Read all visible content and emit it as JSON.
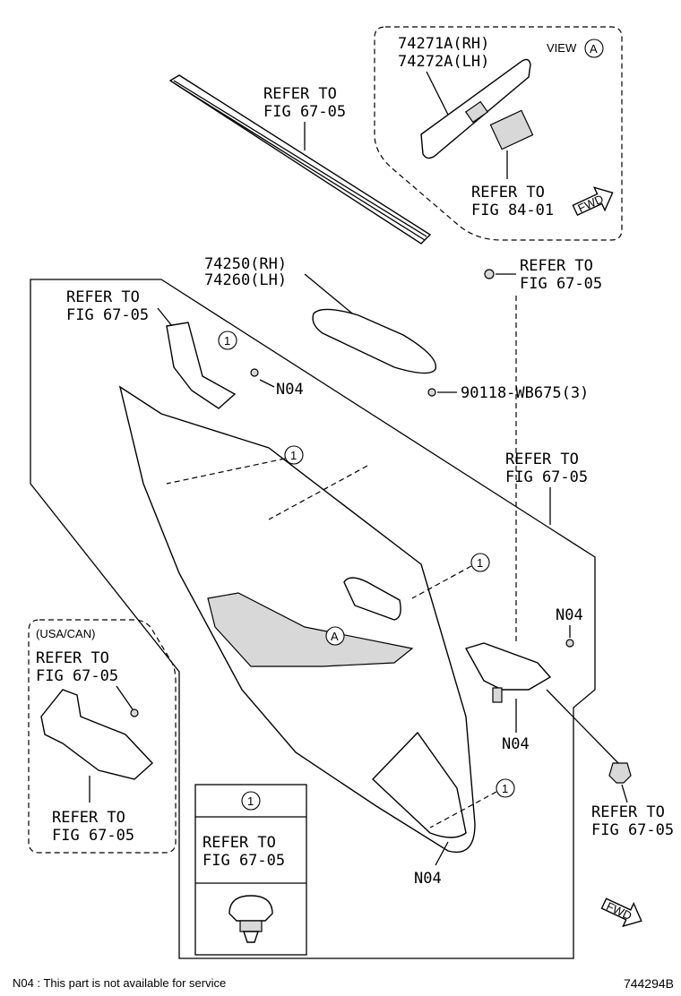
{
  "labels": {
    "part_74271a": "74271A(RH)",
    "part_74272a": "74272A(LH)",
    "view": "VIEW",
    "view_ref": "A",
    "refer_to": "REFER TO",
    "fig_6705": "FIG 67-05",
    "fig_8401": "FIG 84-01",
    "fwd": "FWD",
    "part_74250": "74250(RH)",
    "part_74260": "74260(LH)",
    "n04": "N04",
    "part_90118": "90118-WB675(3)",
    "callout_1": "1",
    "callout_a": "A",
    "usa_can": "(USA/CAN)"
  },
  "footer": {
    "note": "N04 : This part is not available for service",
    "drawing_number": "744294B"
  }
}
